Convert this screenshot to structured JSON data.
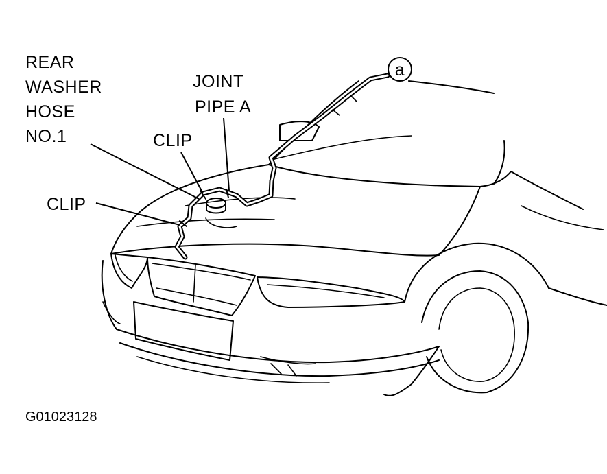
{
  "labels": {
    "rear_washer_hose": [
      "REAR",
      "WASHER",
      "HOSE",
      "NO.1"
    ],
    "joint_pipe": [
      "JOINT",
      "PIPE A"
    ],
    "clip_upper": "CLIP",
    "clip_lower": "CLIP",
    "callout": "a",
    "figure_code": "G01023128"
  },
  "icons": {
    "car": "car-front-outline",
    "hose": "washer-hose-line",
    "callout": "circle-letter-callout"
  },
  "colors": {
    "line": "#000000",
    "background": "#ffffff"
  }
}
